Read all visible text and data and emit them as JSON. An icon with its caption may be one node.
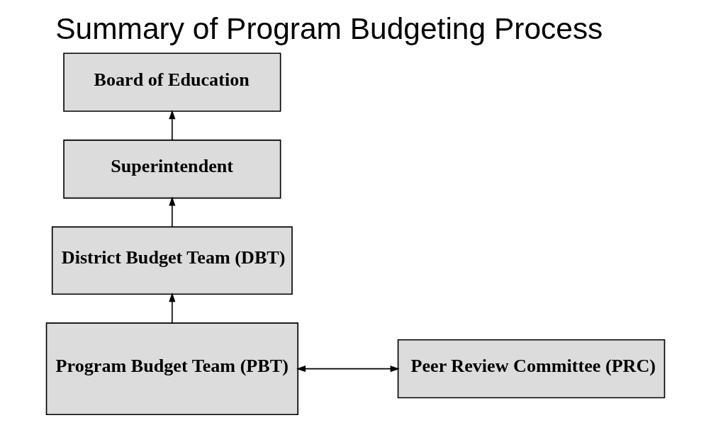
{
  "diagram": {
    "title": "Summary of Program Budgeting Process",
    "nodes": [
      {
        "text": [
          "Board of Education"
        ]
      },
      {
        "text": [
          "Superintendent"
        ]
      },
      {
        "text": [
          "District Budget Team (DBT)"
        ]
      },
      {
        "text": [
          "Program Budget Team (PBT)"
        ]
      },
      {
        "text": [
          "Peer Review Committee (PRC)"
        ]
      }
    ],
    "edges": [
      {
        "from": 3,
        "to": 2,
        "arrow": "to"
      },
      {
        "from": 2,
        "to": 1,
        "arrow": "to"
      },
      {
        "from": 1,
        "to": 0,
        "arrow": "to"
      },
      {
        "from": 4,
        "to": 3,
        "arrow": "both"
      }
    ]
  }
}
